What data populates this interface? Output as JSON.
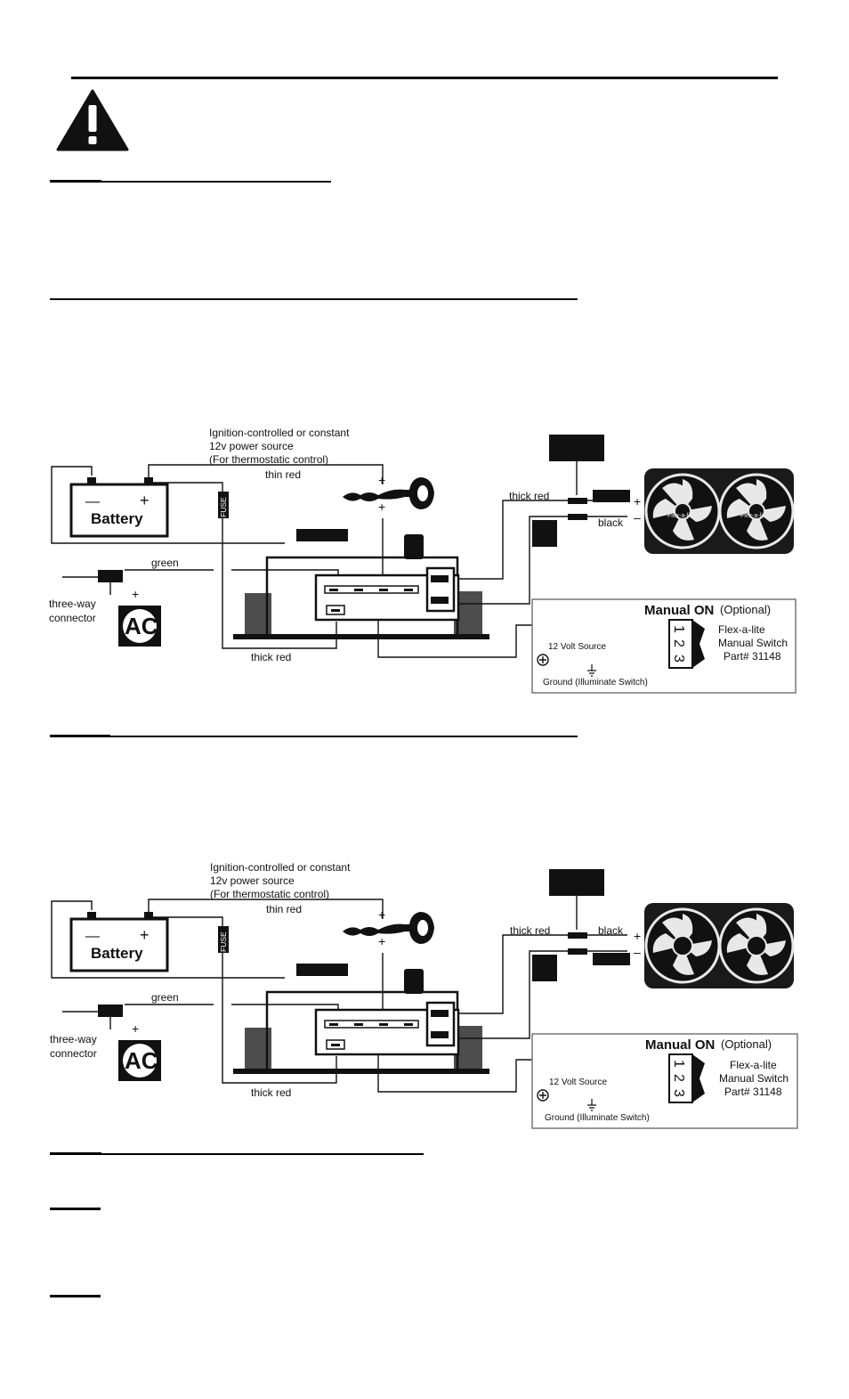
{
  "diagrams": [
    {
      "source_label": "Ignition-controlled or constant",
      "source_label_2": "12v power source",
      "source_label_3": "(For thermostatic control)",
      "thin_red": "thin red",
      "battery": "Battery",
      "battery_minus": "—",
      "battery_plus": "+",
      "fuse": "FUSE",
      "green": "green",
      "three_way": "three-way",
      "connector": "connector",
      "ac": "AC",
      "thick_red_bottom": "thick red",
      "thick_red_top": "thick red",
      "fan_wire_label": "black",
      "plus": "+",
      "minus": "–",
      "fan_logo": "Flex-a-lite",
      "manual_on": "Manual ON",
      "optional": "(Optional)",
      "switch_brand": "Flex-a-lite",
      "switch_name": "Manual Switch",
      "switch_part": "Part# 31148",
      "volt_source": "12 Volt Source",
      "ground": "Ground (Illuminate Switch)",
      "pin1": "1",
      "pin2": "2",
      "pin3": "3"
    },
    {
      "source_label": "Ignition-controlled or constant",
      "source_label_2": "12v power source",
      "source_label_3": "(For thermostatic control)",
      "thin_red": "thin red",
      "battery": "Battery",
      "battery_minus": "—",
      "battery_plus": "+",
      "fuse": "FUSE",
      "green": "green",
      "three_way": "three-way",
      "connector": "connector",
      "ac": "AC",
      "thick_red_bottom": "thick red",
      "thick_red_top": "thick red",
      "fan_wire_label": "black",
      "plus": "+",
      "minus": "–",
      "fan_logo": "",
      "manual_on": "Manual ON",
      "optional": "(Optional)",
      "switch_brand": "Flex-a-lite",
      "switch_name": "Manual Switch",
      "switch_part": "Part# 31148",
      "volt_source": "12 Volt Source",
      "ground": "Ground (Illuminate Switch)",
      "pin1": "1",
      "pin2": "2",
      "pin3": "3"
    }
  ],
  "colors": {
    "ink": "#111111",
    "fan_body": "#1a1a1a",
    "fan_blade": "#e8e8e8"
  }
}
